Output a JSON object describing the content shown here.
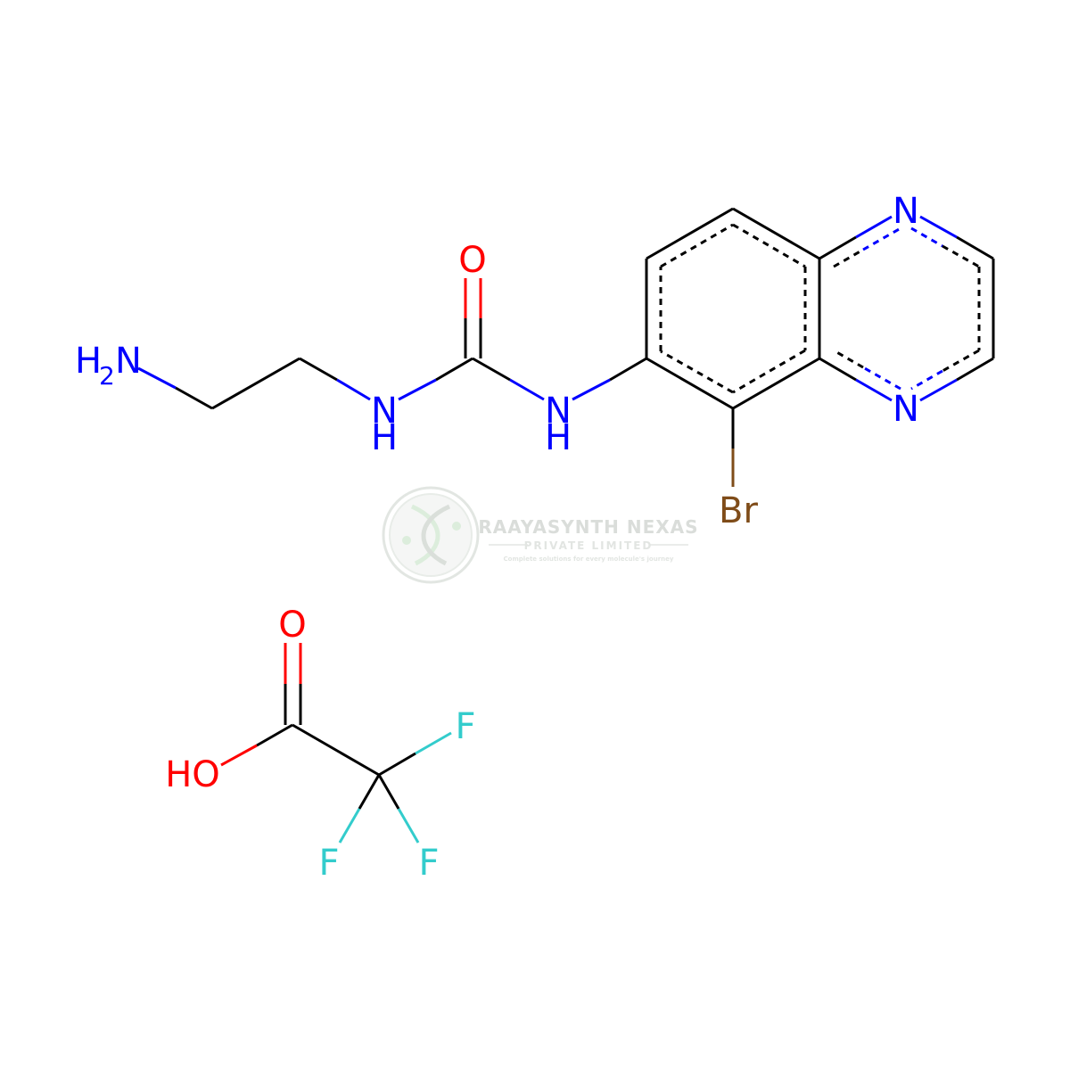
{
  "colors": {
    "bond": "#000000",
    "nitrogen": "#0000ff",
    "oxygen": "#ff0000",
    "fluorine": "#33cccc",
    "bromine": "#7f4c19",
    "watermark": "#cfd8cf"
  },
  "atoms": {
    "amine_n": "N",
    "amine_h": "H",
    "amine_h_count": "2",
    "urea_nh_left_n": "N",
    "urea_nh_left_h": "H",
    "urea_o": "O",
    "urea_nh_right_n": "N",
    "urea_nh_right_h": "H",
    "bromine": "Br",
    "quinoxaline_n_top": "N",
    "quinoxaline_n_bottom": "N",
    "acid_o": "O",
    "acid_oh": "HO",
    "fluorine_1": "F",
    "fluorine_2": "F",
    "fluorine_3": "F"
  },
  "watermark": {
    "company": "RAAYASYNTH NEXAS",
    "subtitle": "PRIVATE LIMITED",
    "tagline": "Complete solutions for every molecule's journey",
    "icon": "dna-helix-icon"
  }
}
